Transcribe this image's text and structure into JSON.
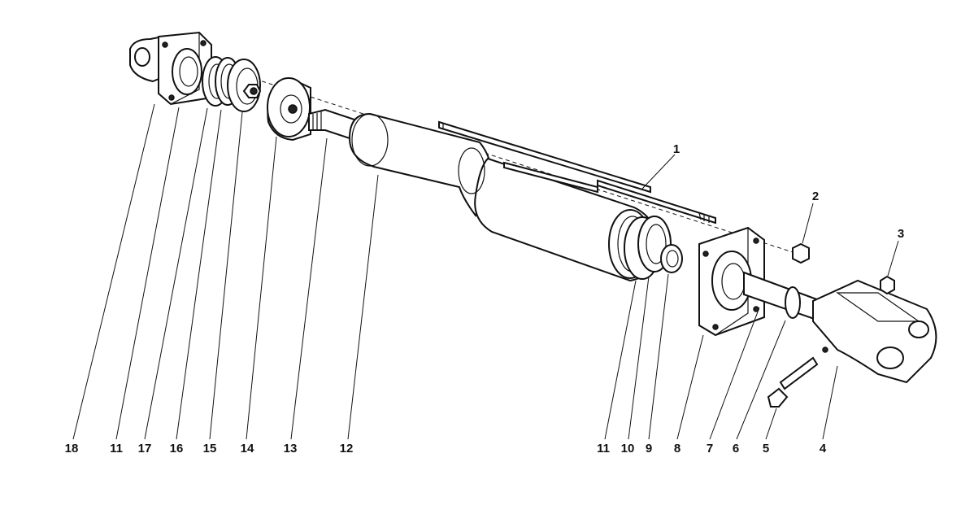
{
  "callouts": [
    {
      "id": "18",
      "label": "18"
    },
    {
      "id": "11a",
      "label": "11"
    },
    {
      "id": "17",
      "label": "17"
    },
    {
      "id": "16",
      "label": "16"
    },
    {
      "id": "15",
      "label": "15"
    },
    {
      "id": "14",
      "label": "14"
    },
    {
      "id": "13",
      "label": "13"
    },
    {
      "id": "12",
      "label": "12"
    },
    {
      "id": "11b",
      "label": "11"
    },
    {
      "id": "10",
      "label": "10"
    },
    {
      "id": "9",
      "label": "9"
    },
    {
      "id": "8",
      "label": "8"
    },
    {
      "id": "7",
      "label": "7"
    },
    {
      "id": "6",
      "label": "6"
    },
    {
      "id": "5",
      "label": "5"
    },
    {
      "id": "4",
      "label": "4"
    },
    {
      "id": "1",
      "label": "1"
    },
    {
      "id": "2",
      "label": "2"
    },
    {
      "id": "3",
      "label": "3"
    }
  ],
  "colors": {
    "ink": "#111111",
    "paper": "#ffffff"
  }
}
